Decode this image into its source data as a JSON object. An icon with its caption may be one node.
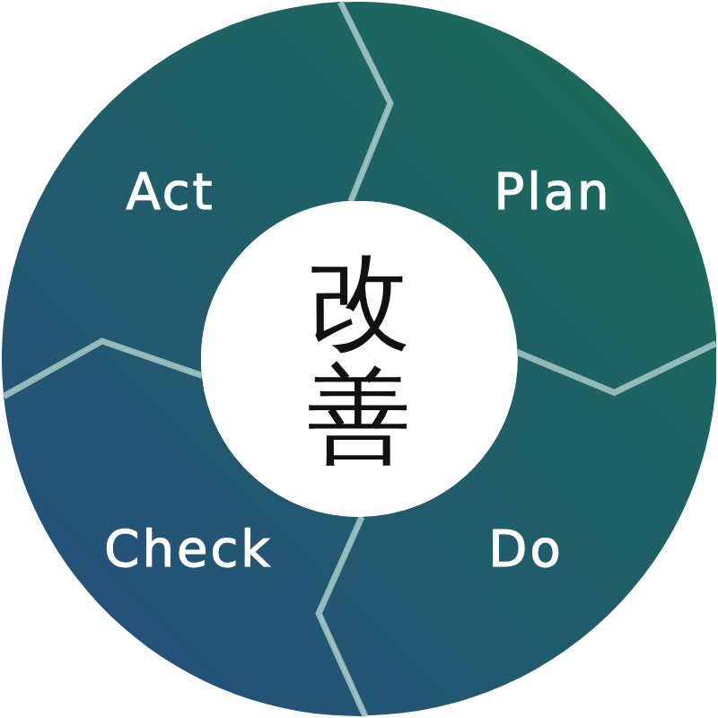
{
  "diagram": {
    "nodes": [
      {
        "text": [
          "Act"
        ]
      },
      {
        "text": [
          "Plan"
        ]
      },
      {
        "text": [
          "改善"
        ]
      },
      {
        "text": [
          "Check"
        ]
      },
      {
        "text": [
          "Do"
        ]
      }
    ]
  }
}
